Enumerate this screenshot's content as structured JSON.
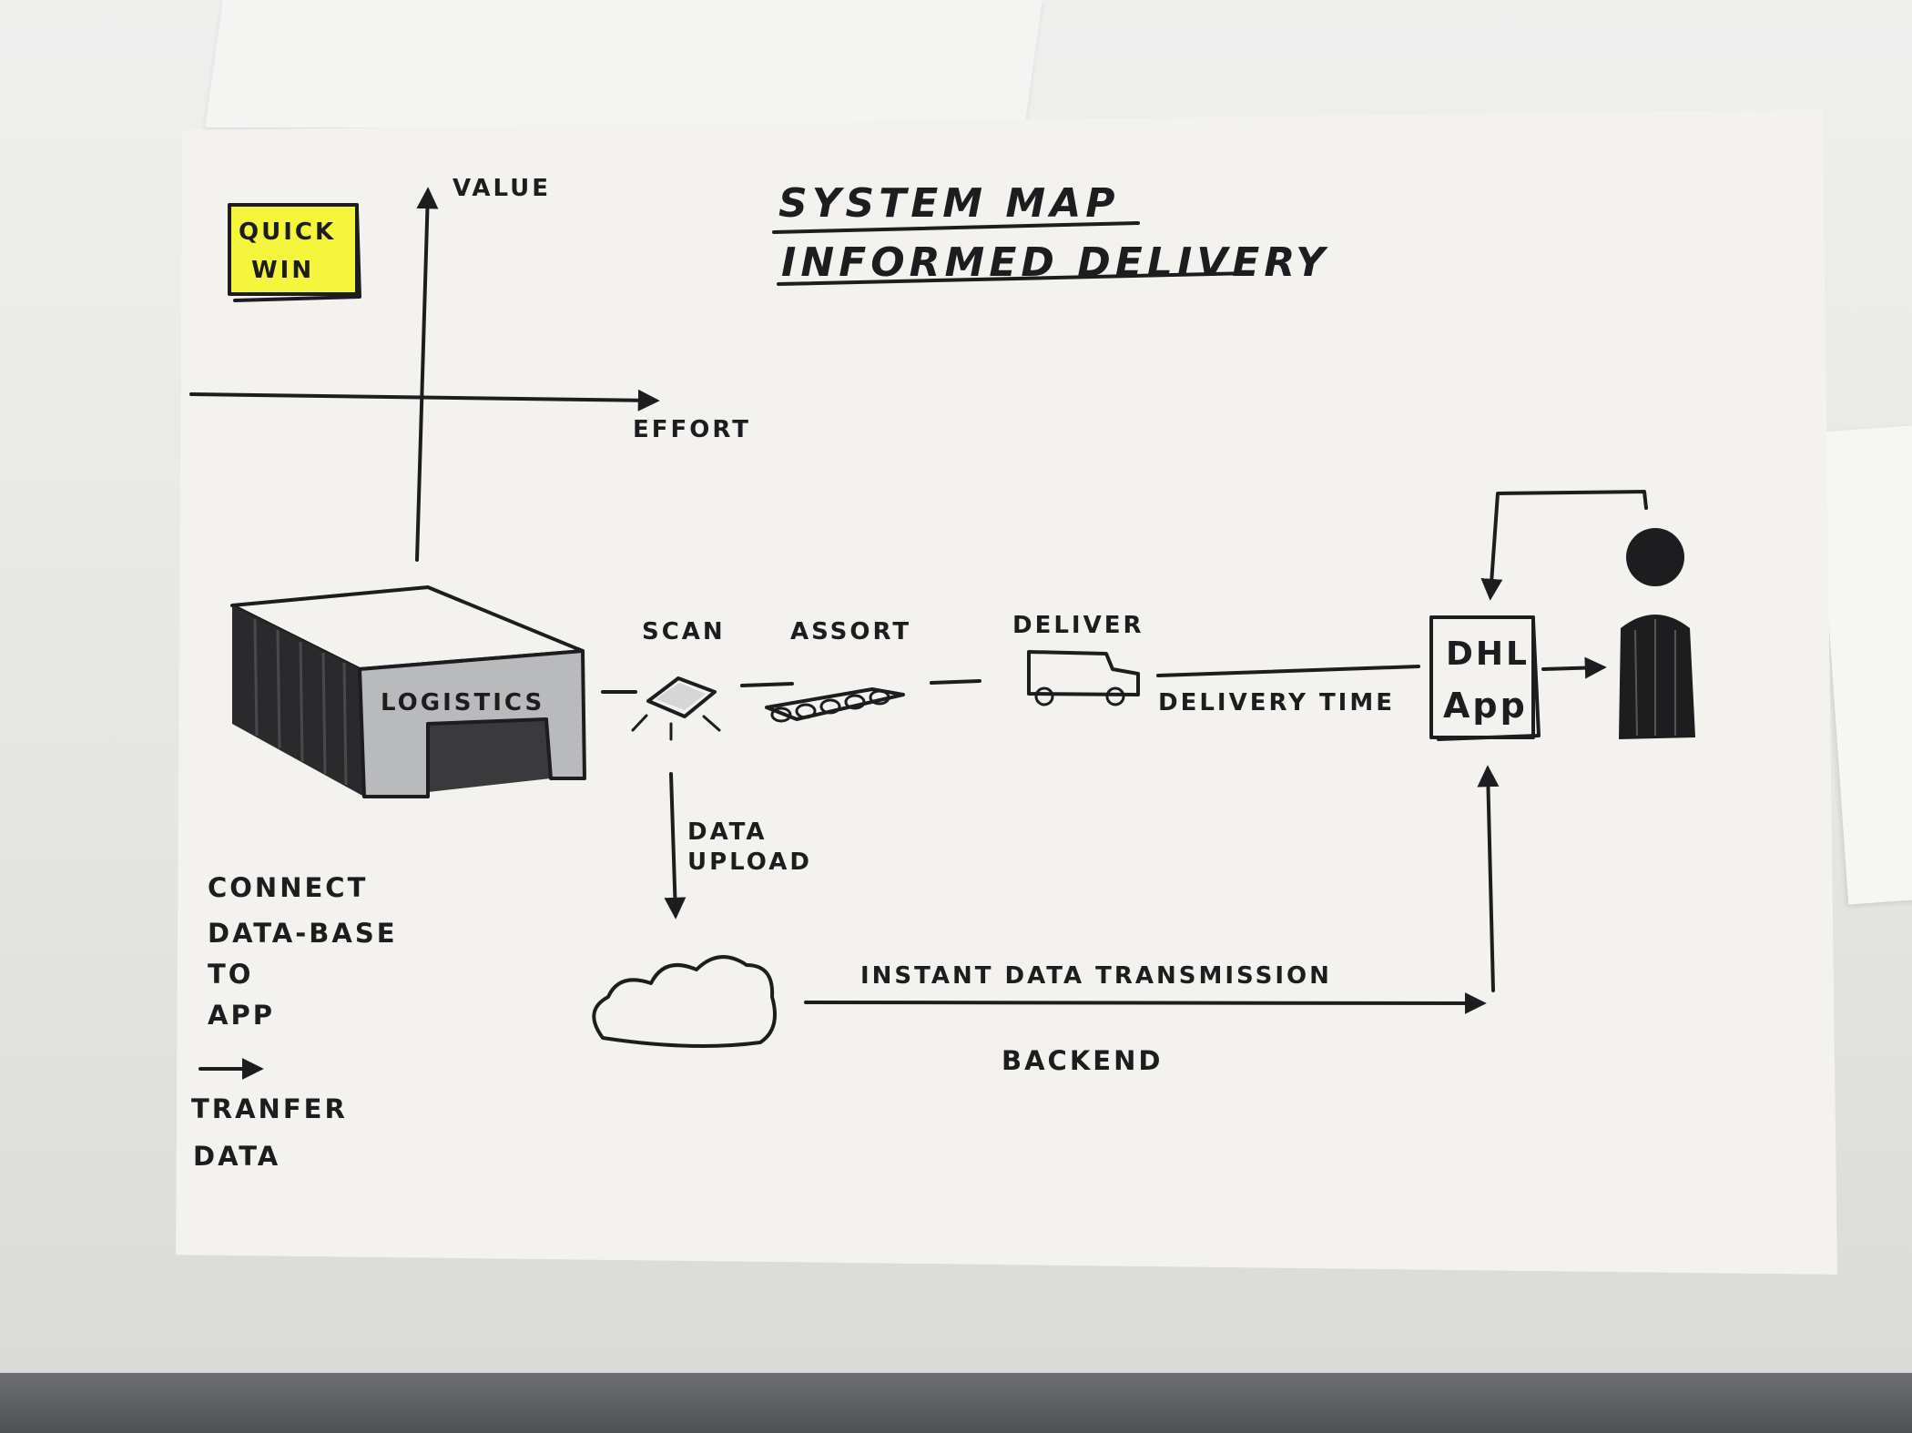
{
  "title": {
    "line1": "SYSTEM MAP",
    "line2": "INFORMED DELIVERY"
  },
  "quick_win": {
    "line1": "QUICK",
    "line2": "WIN",
    "highlight_color": "#f4f53c"
  },
  "matrix": {
    "y_axis_label": "VALUE",
    "x_axis_label": "EFFORT"
  },
  "nodes": {
    "logistics": "LOGISTICS",
    "scan": "SCAN",
    "assort": "ASSORT",
    "deliver": "DELIVER",
    "app": {
      "line1": "DHL",
      "line2": "App"
    }
  },
  "edges": {
    "delivery_time": "DELIVERY TIME",
    "data_upload": {
      "line1": "DATA",
      "line2": "UPLOAD"
    },
    "instant_transmission": "INSTANT DATA TRANSMISSION",
    "backend": "BACKEND"
  },
  "notes": {
    "lines": [
      "CONNECT",
      "DATA-BASE",
      "TO",
      "APP"
    ],
    "after_arrow": [
      "TRANFER",
      "DATA"
    ]
  },
  "colors": {
    "ink": "#1d1d1f",
    "marker_gray": "#b9babb",
    "cloud_blue": "#b9d8e6"
  }
}
